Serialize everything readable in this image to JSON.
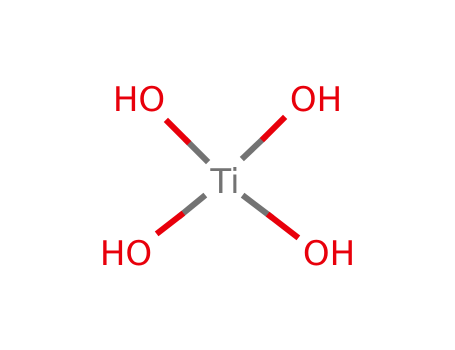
{
  "molecule": {
    "center_atom": {
      "label": "Ti",
      "color": "#737373"
    },
    "substituents": [
      {
        "label": "HO",
        "color": "#e8000b"
      },
      {
        "label": "OH",
        "color": "#e8000b"
      },
      {
        "label": "HO",
        "color": "#e8000b"
      },
      {
        "label": "OH",
        "color": "#e8000b"
      }
    ],
    "bond_colors": {
      "titanium_side": "#737373",
      "oxygen_side": "#e8000b"
    }
  }
}
